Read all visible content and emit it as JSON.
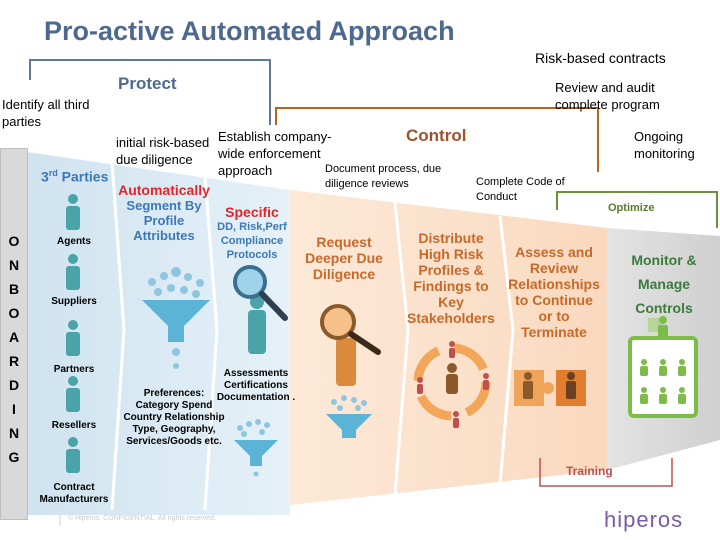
{
  "title": "Pro-active Automated Approach",
  "notes": {
    "identify": "Identify all third parties",
    "initial": "initial risk-based due diligence",
    "establish": "Establish company-wide enforcement approach",
    "document": "Document process, due diligence reviews",
    "complete_code": "Complete Code of Conduct",
    "risk_contracts": "Risk-based contracts",
    "review_audit": "Review and audit complete program",
    "ongoing": "Ongoing monitoring"
  },
  "brackets": {
    "protect": "Protect",
    "control": "Control",
    "optimize": "Optimize",
    "training": "Training"
  },
  "onboarding": [
    "O",
    "N",
    "B",
    "O",
    "A",
    "R",
    "D",
    "I",
    "N",
    "G"
  ],
  "parties": {
    "heading": "3rd Parties",
    "heading_sup": "rd",
    "items": [
      "Agents",
      "Suppliers",
      "Partners",
      "Resellers",
      "Contract Manufacturers"
    ]
  },
  "segment": {
    "title_red": "Automatically",
    "title_rest": "Segment By Profile Attributes",
    "prefs": "Preferences: Category Spend Country Relationship Type, Geography, Services/Goods etc."
  },
  "specific": {
    "title_red": "Specific",
    "title_rest": "DD, Risk,Perf Compliance Protocols",
    "assess": "Assessments Certifications Documentation ."
  },
  "request": "Request Deeper Due Diligence",
  "distribute": "Distribute High Risk Profiles & Findings to Key Stakeholders",
  "assess_rel": "Assess and Review Relationships to Continue or to Terminate",
  "monitor": "Monitor & Manage Controls",
  "footer": {
    "copyright": "© Hiperos. CONFIDENTIAL. All rights reserved.",
    "logo": "hiperos"
  },
  "colors": {
    "title": "#4d6a8e",
    "protect_band": "#dcebf4",
    "control_band": "#fbe3cf",
    "optimize_band": "#d9d9d9",
    "protect_line": "#5f7a99",
    "control_line": "#b5651d",
    "optimize_line": "#6f8f3e",
    "training_line": "#c0504d",
    "figure_teal": "#4aa3a8",
    "figure_orange": "#d98a3d",
    "figure_green": "#7cbc47"
  }
}
